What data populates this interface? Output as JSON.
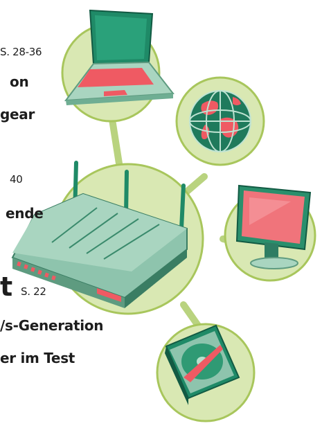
{
  "colors": {
    "circle_fill": "#d9e8b3",
    "circle_stroke": "#9fbf4e",
    "teal_dark": "#1f7a5c",
    "teal": "#3a9a78",
    "teal_light": "#8ec4ad",
    "red_accent": "#ef5a63",
    "text": "#1d1d1d"
  },
  "icons": [
    "laptop-icon",
    "globe-icon",
    "monitor-icon",
    "hard-drive-icon",
    "router-icon"
  ],
  "texts": {
    "ref_top": "S. 28-36",
    "line_on": "on",
    "line_gear": "gear",
    "ref_mid_fragment": "40",
    "line_ende": "ende",
    "big_letter": "t",
    "ref_bottom": "S. 22",
    "line_generation": "/s-Generation",
    "line_test": "er im Test"
  }
}
